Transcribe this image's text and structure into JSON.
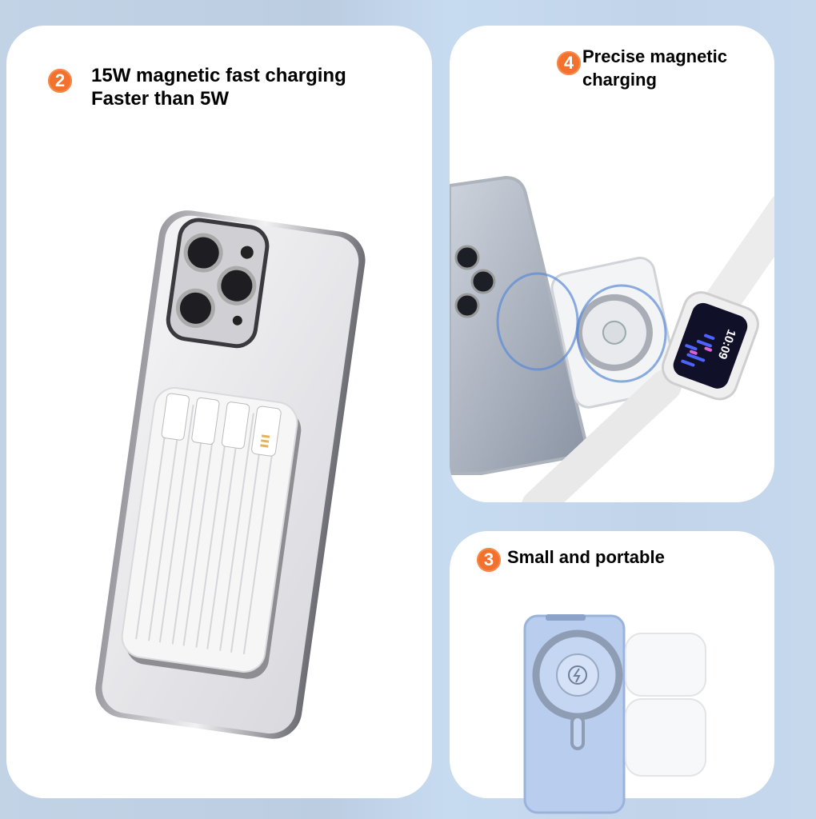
{
  "features": [
    {
      "number": "2",
      "lines": [
        "15W magnetic fast charging",
        "Faster than 5W"
      ]
    },
    {
      "number": "4",
      "lines": [
        "Precise magnetic",
        "charging"
      ]
    },
    {
      "number": "3",
      "lines": [
        "Small and portable"
      ]
    }
  ],
  "watch": {
    "time": "10:09"
  },
  "colors": {
    "accent": "#f2712c",
    "background": "#c4d6ea",
    "card": "#ffffff",
    "powerbank_blue": "#b9cdef"
  }
}
